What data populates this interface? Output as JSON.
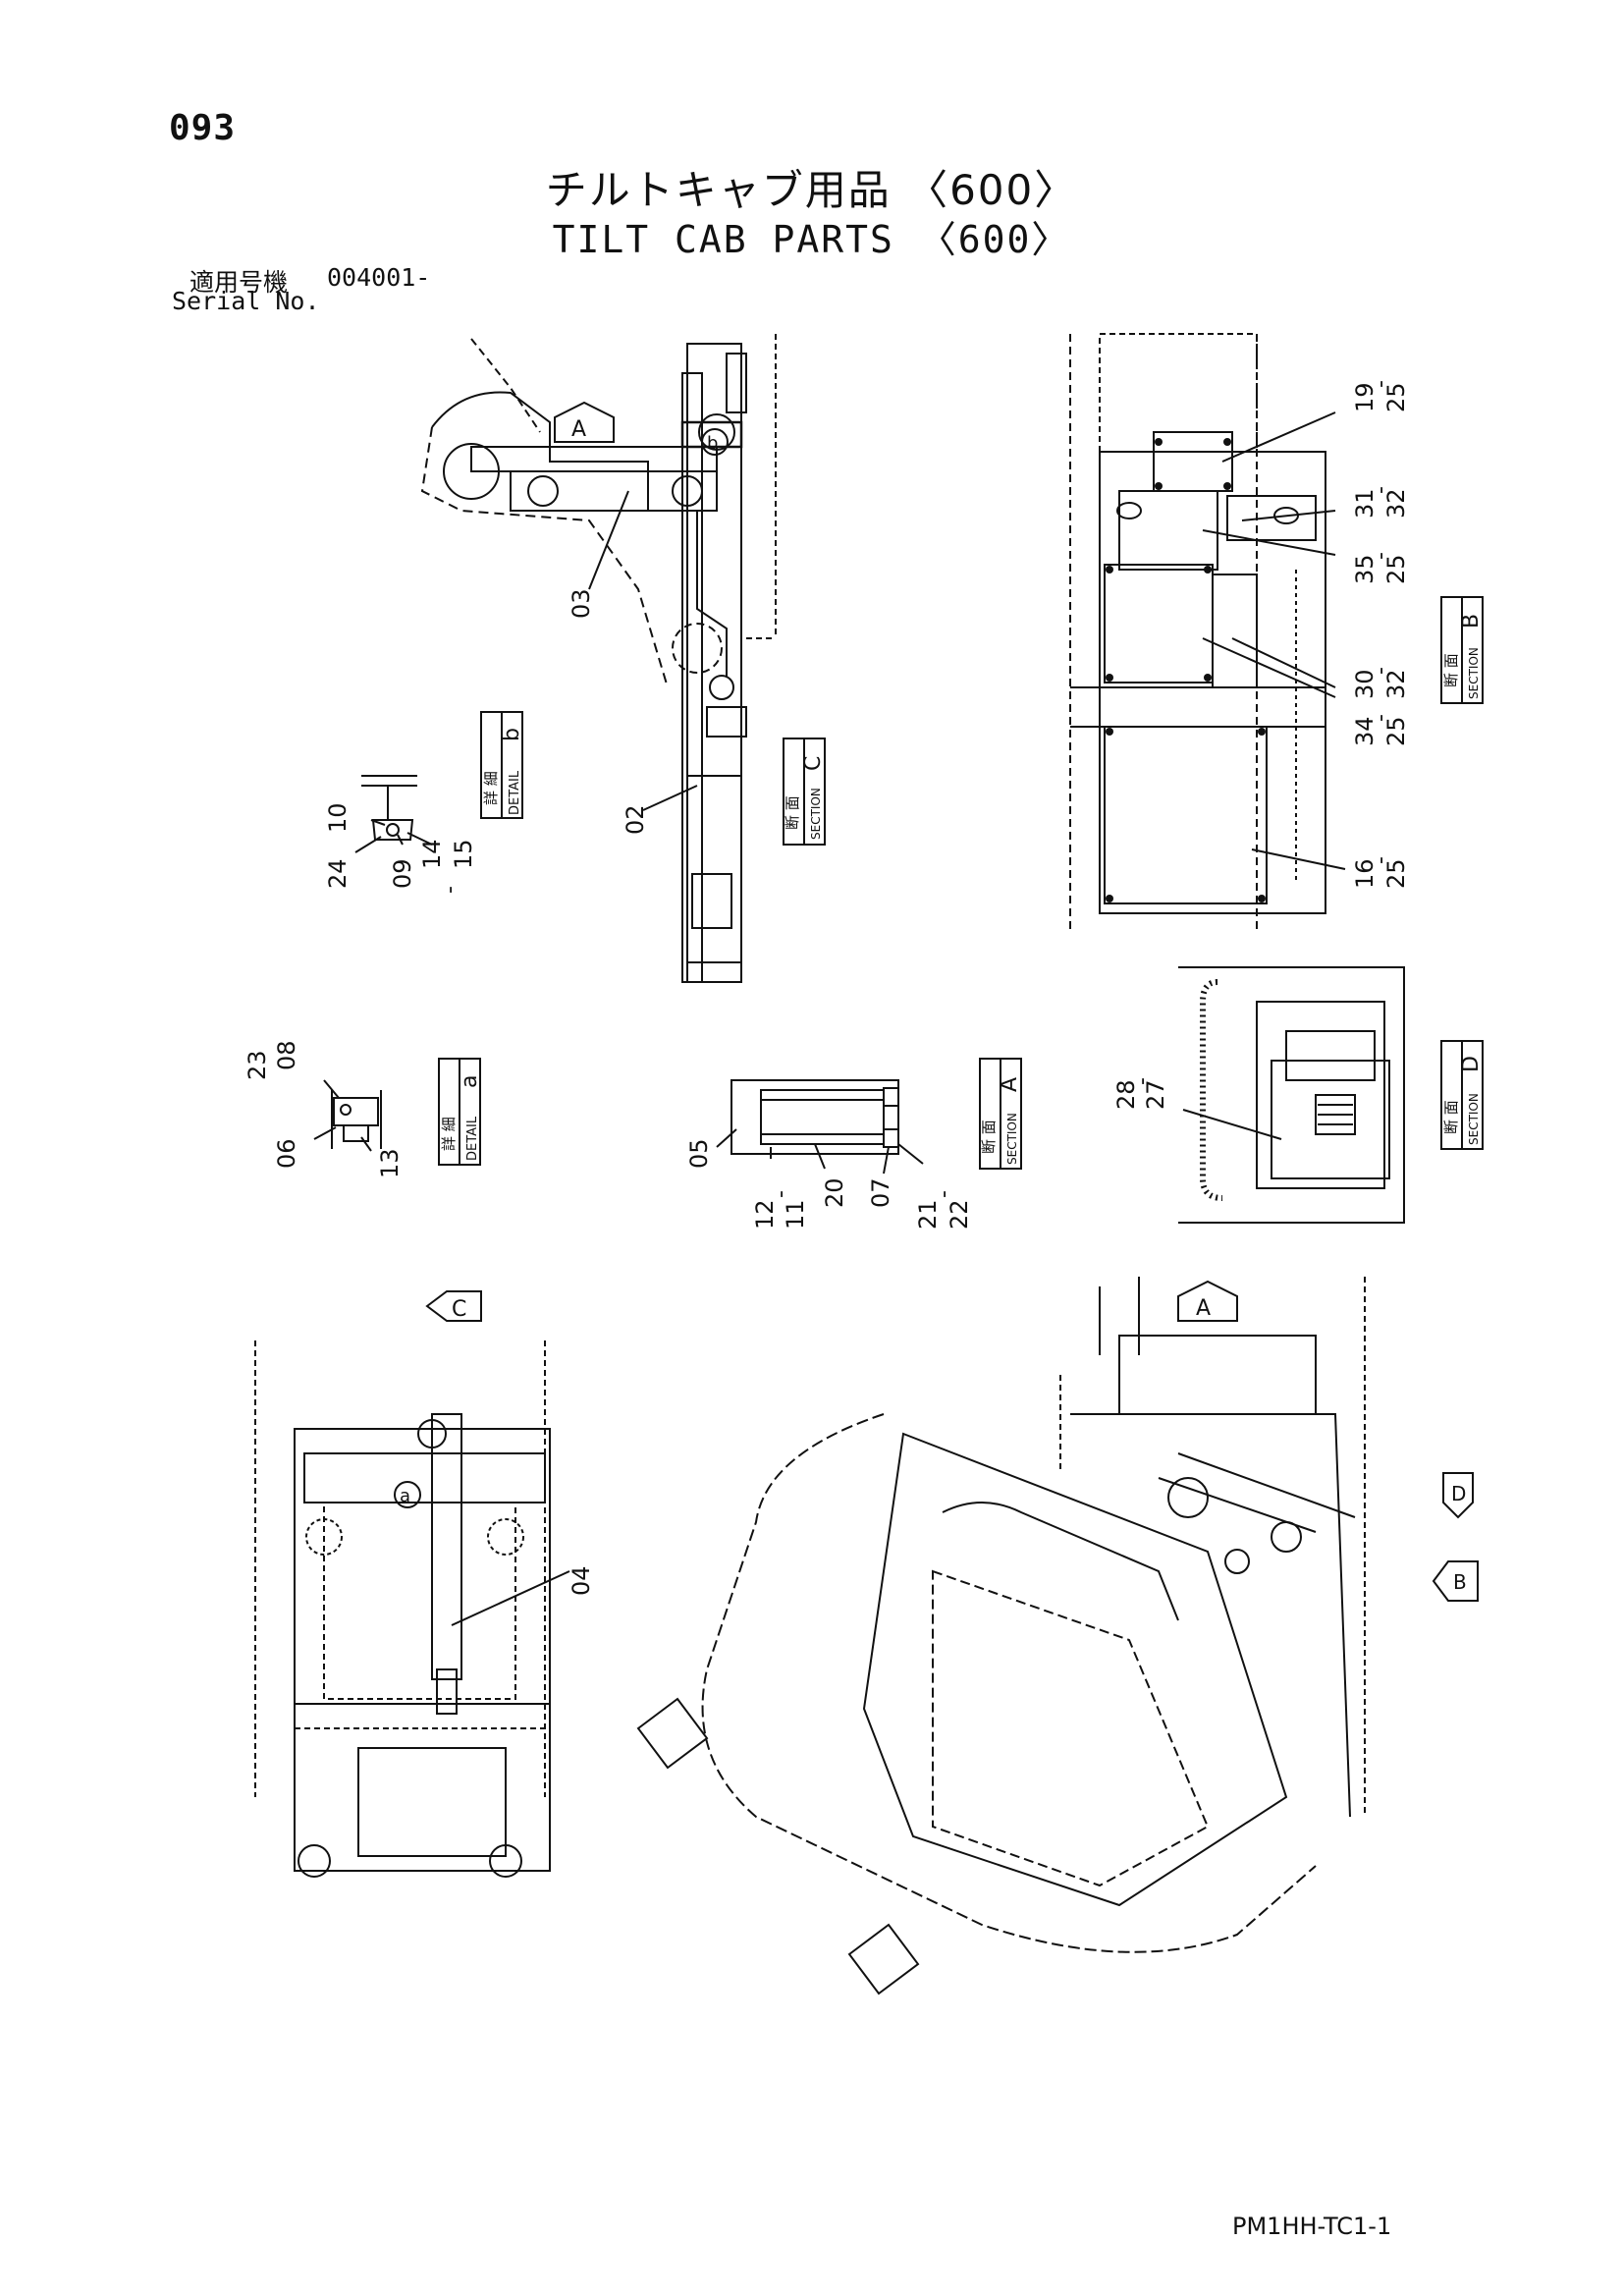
{
  "header": {
    "page_number": "093",
    "title_jp": "チルトキャブ用品 〈600〉",
    "title_en": "TILT CAB PARTS 〈600〉",
    "serial_label_jp": "適用号機",
    "serial_value": "004001-",
    "serial_label_en": "Serial No."
  },
  "footer": {
    "code": "PM1HH-TC1-1"
  },
  "view_labels": {
    "detail_b": {
      "jp": "詳 細",
      "en": "DETAIL",
      "letter": "b"
    },
    "detail_a": {
      "jp": "詳 細",
      "en": "DETAIL",
      "letter": "a"
    },
    "section_c": {
      "jp": "断 面",
      "en": "SECTION",
      "letter": "C"
    },
    "section_a": {
      "jp": "断 面",
      "en": "SECTION",
      "letter": "A"
    },
    "section_b": {
      "jp": "断 面",
      "en": "SECTION",
      "letter": "B"
    },
    "section_d": {
      "jp": "断 面",
      "en": "SECTION",
      "letter": "D"
    }
  },
  "arrow_markers": {
    "upper_a": "A",
    "lower_a": "A",
    "lower_c": "C",
    "lower_d": "D",
    "lower_b": "B",
    "circle_a": "a",
    "circle_b": "b"
  },
  "callouts": {
    "p03": "03",
    "p02": "02",
    "p04": "04",
    "p05": "05",
    "p06": "06",
    "p07": "07",
    "p08": "08",
    "p09": "09",
    "p10": "10",
    "p11": "11",
    "p12": "12",
    "p13": "13",
    "p14": "14",
    "p15": "15",
    "p16": "16",
    "p19": "19",
    "p20": "20",
    "p21": "21",
    "p22": "22",
    "p23": "23",
    "p24": "24",
    "p25a": "25",
    "p25b": "25",
    "p25c": "25",
    "p25d": "25",
    "p27": "27",
    "p28": "28",
    "p30": "30",
    "p31": "31",
    "p32a": "32",
    "p32b": "32",
    "p34": "34",
    "p35": "35"
  }
}
